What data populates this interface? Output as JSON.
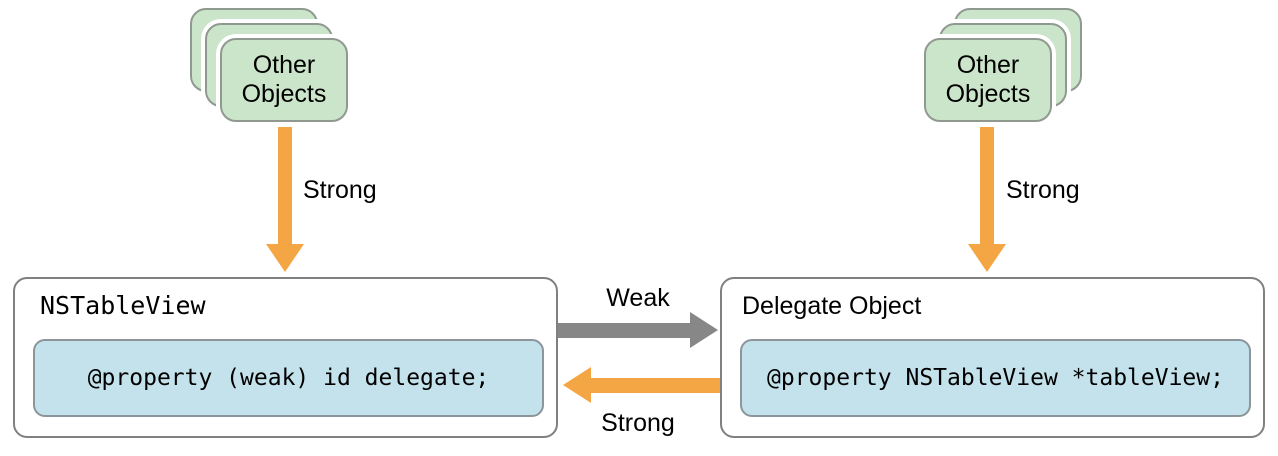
{
  "left_stack": {
    "label": "Other Objects"
  },
  "right_stack": {
    "label": "Other Objects"
  },
  "left_down_arrow": {
    "label": "Strong"
  },
  "right_down_arrow": {
    "label": "Strong"
  },
  "left_box": {
    "title": "NSTableView",
    "code": "@property (weak) id delegate;"
  },
  "right_box": {
    "title": "Delegate Object",
    "code": "@property NSTableView *tableView;"
  },
  "weak_arrow": {
    "label": "Weak"
  },
  "strong_back_arrow": {
    "label": "Strong"
  },
  "colors": {
    "strong": "#F5A644",
    "weak": "#878787",
    "card_green": "#CBE5CA",
    "card_border": "#8F998F",
    "code_blue": "#C3E2EC",
    "code_border": "#8B959A",
    "box_border": "#808080",
    "text": "#000000"
  }
}
